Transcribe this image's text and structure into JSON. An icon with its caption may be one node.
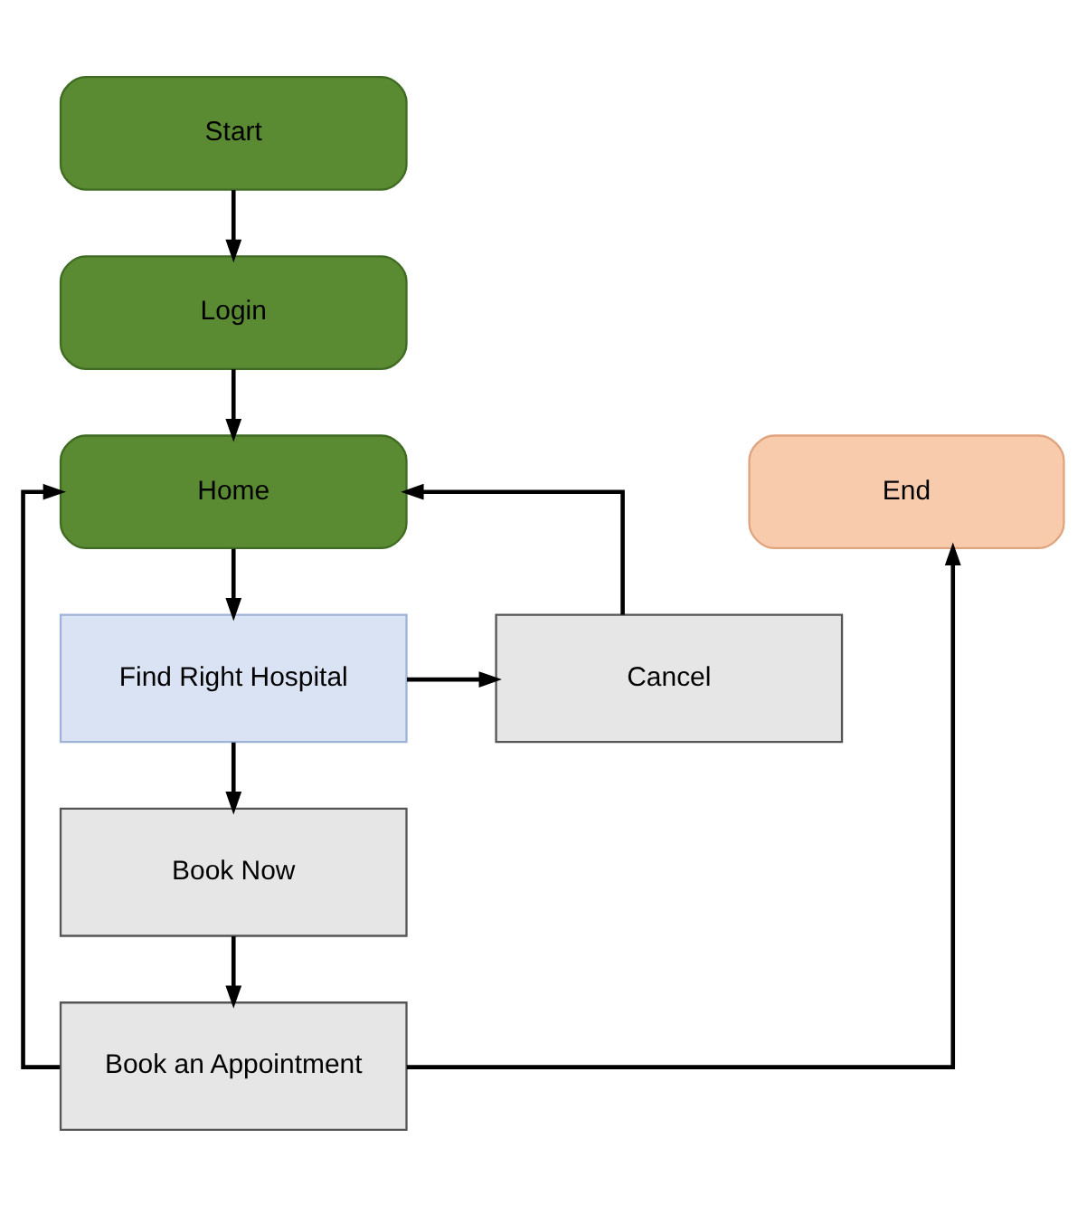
{
  "diagram": {
    "nodes": [
      {
        "text": [
          "Start"
        ]
      },
      {
        "text": [
          "Login"
        ]
      },
      {
        "text": [
          "Home"
        ]
      },
      {
        "text": [
          "End"
        ]
      },
      {
        "text": [
          "Cancel"
        ]
      },
      {
        "text": [
          "Find Right Hospital"
        ]
      },
      {
        "text": [
          "Book Now"
        ]
      },
      {
        "text": [
          "Book an Appointment"
        ]
      }
    ],
    "edges": [
      {
        "from": 0,
        "to": 1,
        "arrow": "to"
      },
      {
        "from": 1,
        "to": 2,
        "arrow": "to"
      },
      {
        "from": 2,
        "to": 5,
        "arrow": "to"
      },
      {
        "from": 5,
        "to": 4,
        "arrow": "to"
      },
      {
        "from": 4,
        "to": 2,
        "arrow": "to"
      },
      {
        "from": 5,
        "to": 6,
        "arrow": "to"
      },
      {
        "from": 6,
        "to": 7,
        "arrow": "to"
      },
      {
        "from": 7,
        "to": 2,
        "arrow": "to"
      },
      {
        "from": 7,
        "to": 3,
        "arrow": "to"
      }
    ]
  }
}
